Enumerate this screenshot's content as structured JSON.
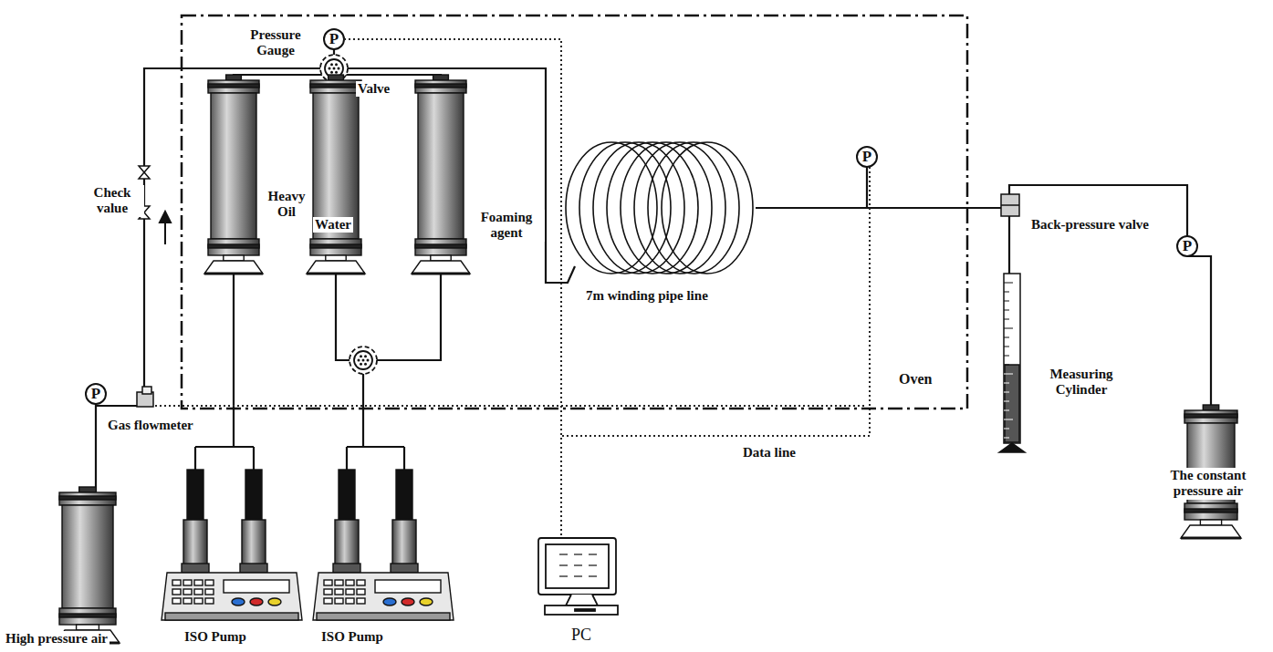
{
  "diagram": {
    "nodes": [
      {
        "text": [
          "Oven"
        ]
      }
    ],
    "labels": [
      "Pressure Gauge",
      "P",
      "Valve",
      "Check value",
      "Heavy Oil",
      "Water",
      "Foaming agent",
      "7m winding pipe line",
      "P",
      "Back-pressure valve",
      "P",
      "Measuring Cylinder",
      "The constant pressure air",
      "Data line",
      "P",
      "Gas flowmeter",
      "High pressure air",
      "ISO Pump",
      "ISO Pump",
      "PC"
    ]
  }
}
